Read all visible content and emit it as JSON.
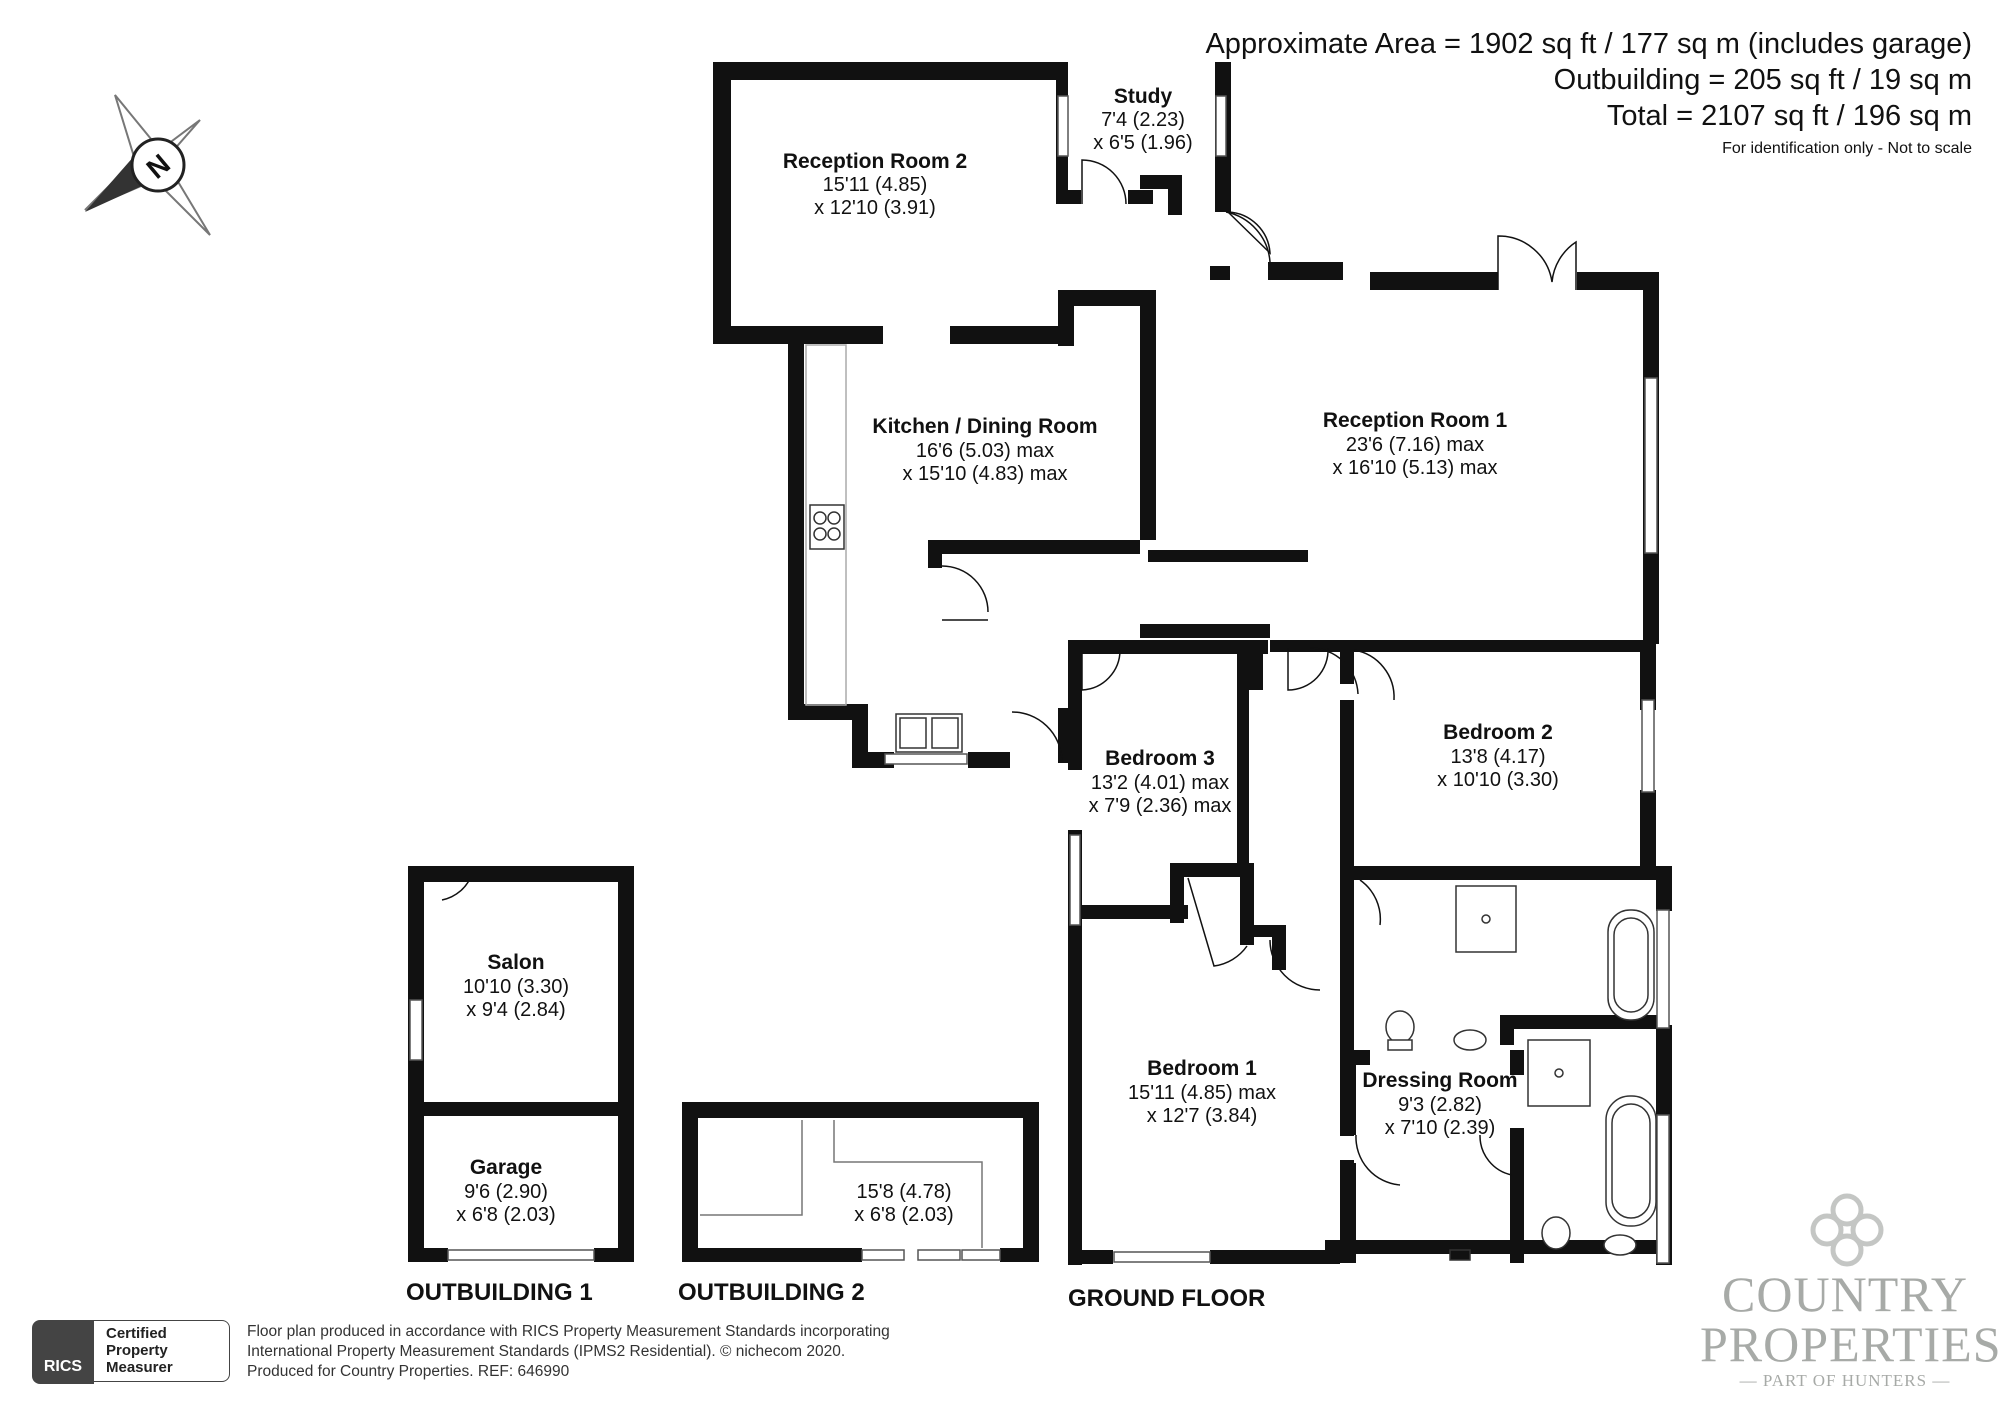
{
  "areas": {
    "approximate": "Approximate Area = 1902 sq ft / 177 sq m (includes garage)",
    "outbuilding": "Outbuilding = 205 sq ft / 19 sq m",
    "total": "Total = 2107 sq ft / 196 sq m",
    "disclaimer": "For identification only - Not to scale"
  },
  "compass": {
    "letter": "N"
  },
  "rooms": {
    "reception2": {
      "name": "Reception Room 2",
      "dim1": "15'11 (4.85)",
      "dim2": "x 12'10 (3.91)"
    },
    "study": {
      "name": "Study",
      "dim1": "7'4 (2.23)",
      "dim2": "x 6'5 (1.96)"
    },
    "kitchen": {
      "name": "Kitchen / Dining Room",
      "dim1": "16'6 (5.03) max",
      "dim2": "x 15'10 (4.83) max"
    },
    "reception1": {
      "name": "Reception Room 1",
      "dim1": "23'6 (7.16) max",
      "dim2": "x 16'10 (5.13) max"
    },
    "bedroom3": {
      "name": "Bedroom 3",
      "dim1": "13'2 (4.01) max",
      "dim2": "x 7'9 (2.36) max"
    },
    "bedroom2": {
      "name": "Bedroom 2",
      "dim1": "13'8 (4.17)",
      "dim2": "x 10'10 (3.30)"
    },
    "bedroom1": {
      "name": "Bedroom 1",
      "dim1": "15'11 (4.85) max",
      "dim2": "x 12'7 (3.84)"
    },
    "dressing": {
      "name": "Dressing Room",
      "dim1": "9'3 (2.82)",
      "dim2": "x 7'10 (2.39)"
    },
    "salon": {
      "name": "Salon",
      "dim1": "10'10 (3.30)",
      "dim2": "x 9'4 (2.84)"
    },
    "garage": {
      "name": "Garage",
      "dim1": "9'6 (2.90)",
      "dim2": "x 6'8 (2.03)"
    },
    "outbuilding2": {
      "dim1": "15'8 (4.78)",
      "dim2": "x 6'8 (2.03)"
    }
  },
  "plan_labels": {
    "ground_floor": "GROUND FLOOR",
    "outbuilding1": "OUTBUILDING 1",
    "outbuilding2": "OUTBUILDING 2"
  },
  "footer": {
    "line1": "Floor plan produced in accordance with RICS Property Measurement Standards incorporating",
    "line2": "International Property Measurement Standards (IPMS2 Residential).   © nichecom 2020.",
    "line3": "Produced for Country Properties.   REF: 646990"
  },
  "rics": {
    "badge": "RICS",
    "line1": "Certified",
    "line2": "Property",
    "line3": "Measurer"
  },
  "brand": {
    "line1": "COUNTRY",
    "line2": "PROPERTIES",
    "line3": "— PART OF HUNTERS —"
  }
}
